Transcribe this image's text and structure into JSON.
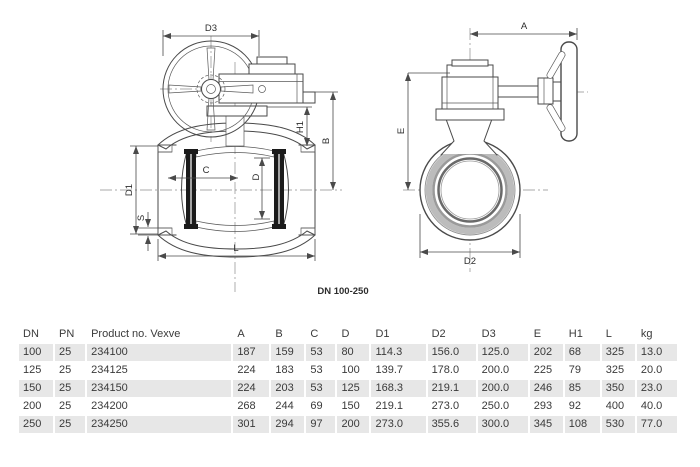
{
  "drawing": {
    "caption": "DN 100-250",
    "front_view": {
      "labels": {
        "d3": "D3",
        "h1": "H1",
        "b": "B",
        "d1": "D1",
        "s": "S",
        "c": "C",
        "d": "D",
        "l": "L"
      }
    },
    "side_view": {
      "labels": {
        "a": "A",
        "e": "E",
        "d2": "D2"
      }
    }
  },
  "colors": {
    "line": "#4a4a4a",
    "table_stripe": "#e7e7e7",
    "table_text": "#3a3a3a",
    "gray_ring": "#bcbcbc"
  },
  "table": {
    "columns": [
      "DN",
      "PN",
      "Product no. Vexve",
      "A",
      "B",
      "C",
      "D",
      "D1",
      "D2",
      "D3",
      "E",
      "H1",
      "L",
      "kg"
    ],
    "rows": [
      [
        "100",
        "25",
        "234100",
        "187",
        "159",
        "53",
        "80",
        "114.3",
        "156.0",
        "125.0",
        "202",
        "68",
        "325",
        "13.0"
      ],
      [
        "125",
        "25",
        "234125",
        "224",
        "183",
        "53",
        "100",
        "139.7",
        "178.0",
        "200.0",
        "225",
        "79",
        "325",
        "20.0"
      ],
      [
        "150",
        "25",
        "234150",
        "224",
        "203",
        "53",
        "125",
        "168.3",
        "219.1",
        "200.0",
        "246",
        "85",
        "350",
        "23.0"
      ],
      [
        "200",
        "25",
        "234200",
        "268",
        "244",
        "69",
        "150",
        "219.1",
        "273.0",
        "250.0",
        "293",
        "92",
        "400",
        "40.0"
      ],
      [
        "250",
        "25",
        "234250",
        "301",
        "294",
        "97",
        "200",
        "273.0",
        "355.6",
        "300.0",
        "345",
        "108",
        "530",
        "77.0"
      ]
    ]
  }
}
